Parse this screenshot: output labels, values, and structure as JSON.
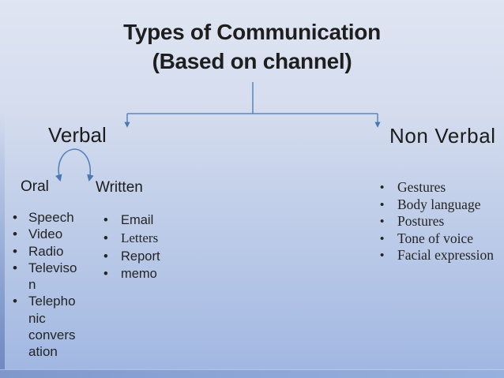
{
  "title": {
    "line1": "Types of Communication",
    "line2": "(Based on channel)"
  },
  "tree": {
    "verbal": {
      "label": "Verbal",
      "oral": {
        "label": "Oral",
        "items": [
          "Speech",
          "Video",
          "Radio",
          "Televiso\nn",
          "Telepho\nnic\nconvers\nation"
        ]
      },
      "written": {
        "label": "Written",
        "items": [
          "Email",
          "Letters",
          "Report",
          "memo"
        ]
      }
    },
    "non_verbal": {
      "label": "Non Verbal",
      "items": [
        "Gestures",
        "Body language",
        "Postures",
        "Tone of voice",
        "Facial expression"
      ]
    }
  },
  "bullet_char": "•",
  "colors": {
    "background_top": "#dfe5f2",
    "background_bottom": "#a2b8e2",
    "bottom_bar": "#8aa4d6",
    "connector": "#4a76b2",
    "text": "#1e1e1e"
  }
}
